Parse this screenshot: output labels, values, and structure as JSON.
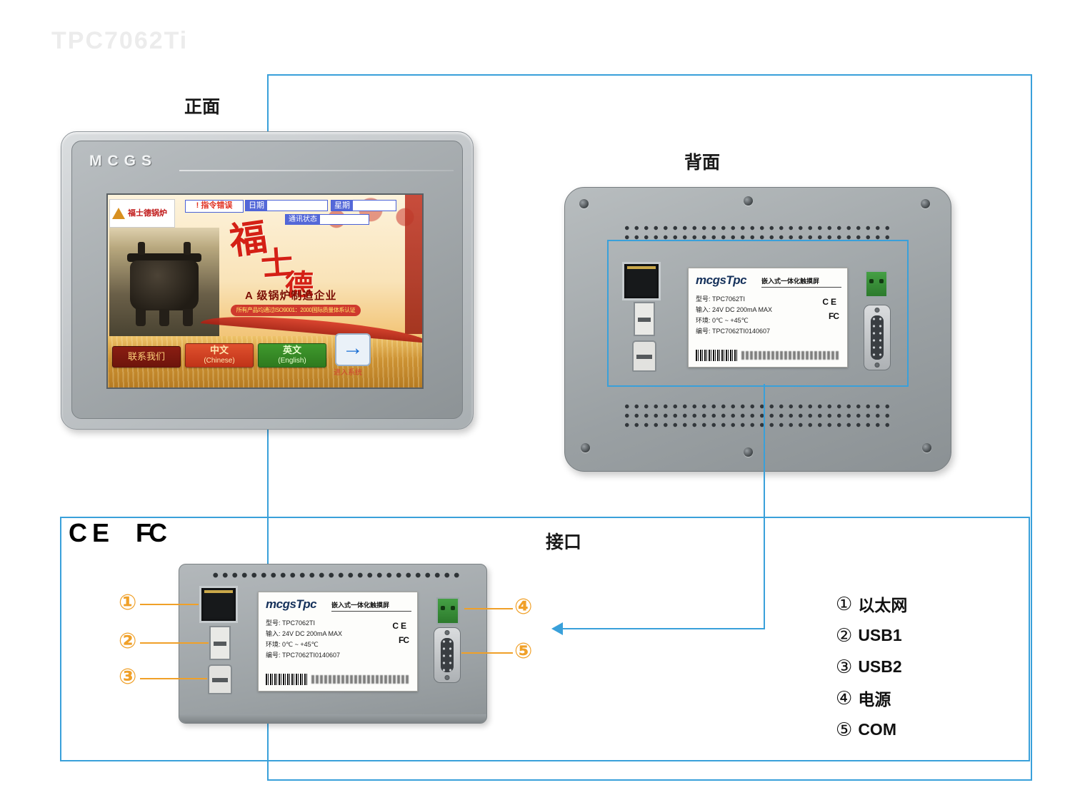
{
  "page": {
    "watermark": "TPC7062Ti",
    "accent_blue": "#39a0da",
    "callout_orange": "#f0a028"
  },
  "sections": {
    "front_label": "正面",
    "back_label": "背面",
    "interface_label": "接口"
  },
  "certs": {
    "ce": "CE",
    "fcc": "FC"
  },
  "front_device": {
    "brand": "MCGS",
    "screen": {
      "logo_text": "福士德锅炉",
      "error_chip": "! 指令错误",
      "date_label": "日期",
      "week_label": "星期",
      "comm_label": "通讯状态",
      "calligraphy": [
        "福",
        "士",
        "德"
      ],
      "slogan": "A 级锅炉制造企业",
      "banner": "所有产品均通过ISO9001：2000国际质量体系认证",
      "btn_contact": "联系我们",
      "btn_chinese_top": "中文",
      "btn_chinese_sub": "(Chinese)",
      "btn_english_top": "英文",
      "btn_english_sub": "(English)",
      "enter_text": "进入系统",
      "enter_arrow": "→"
    }
  },
  "device_label": {
    "logo": "mcgsTpc",
    "title": "嵌入式一体化触摸屏",
    "row_model": "型号: TPC7062TI",
    "row_input": "输入: 24V DC 200mA MAX",
    "row_env": "环境: 0℃ ~ +45℃",
    "row_serial": "编号: TPC7062TI0140607",
    "ce_mark": "CE",
    "fcc_mark": "FC"
  },
  "legend": {
    "items": [
      {
        "num": "①",
        "label": "以太网"
      },
      {
        "num": "②",
        "label": "USB1"
      },
      {
        "num": "③",
        "label": "USB2"
      },
      {
        "num": "④",
        "label": "电源"
      },
      {
        "num": "⑤",
        "label": "COM"
      }
    ]
  },
  "callouts": {
    "c1": "①",
    "c2": "②",
    "c3": "③",
    "c4": "④",
    "c5": "⑤"
  }
}
